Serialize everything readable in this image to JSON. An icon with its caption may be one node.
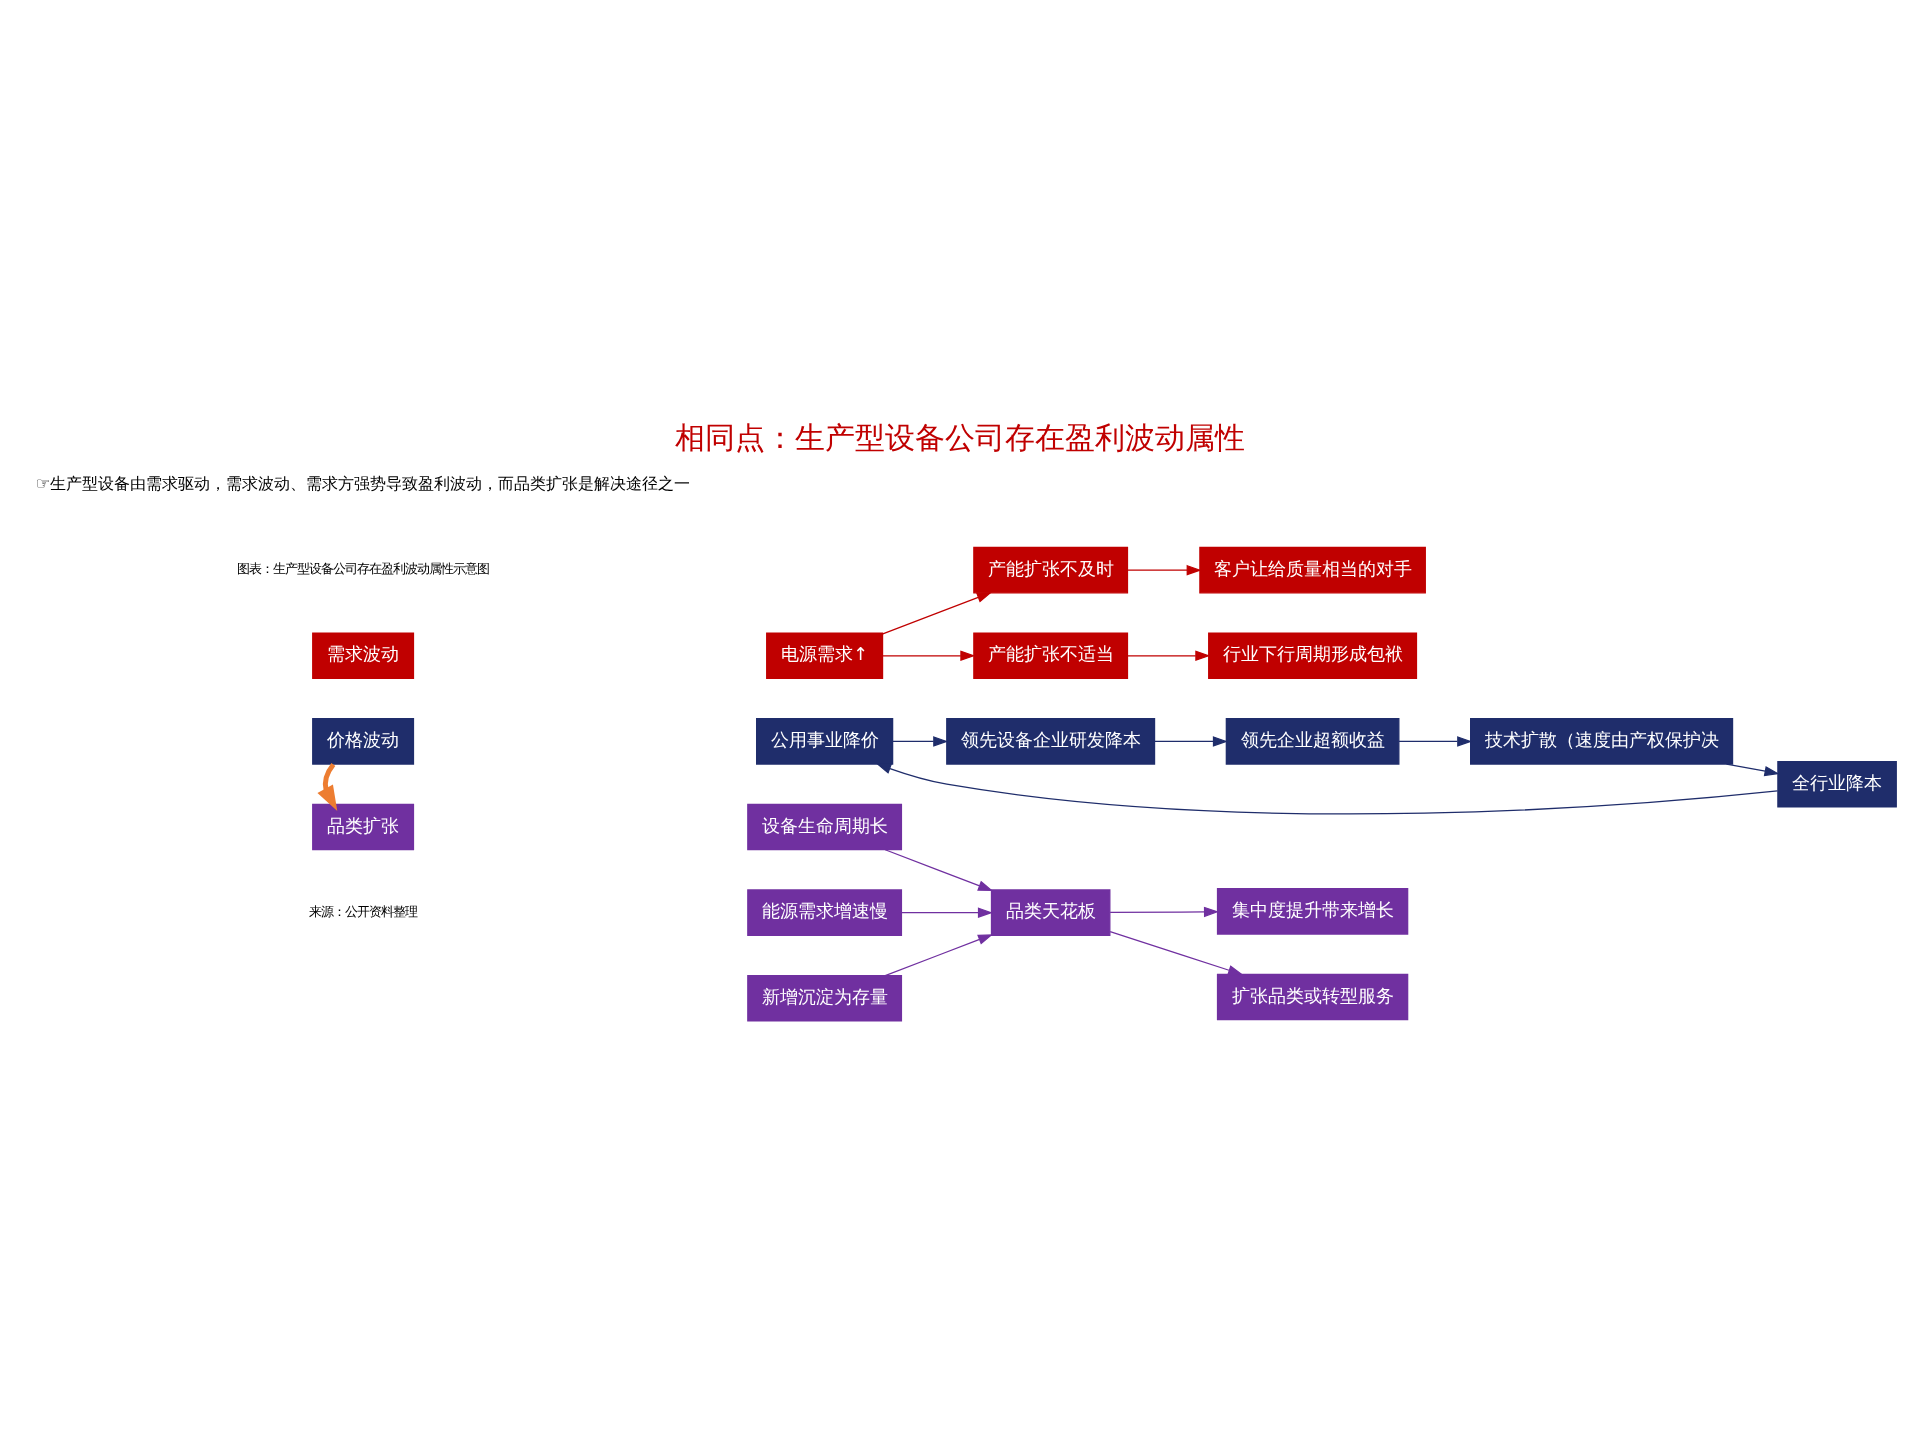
{
  "diagram": {
    "title": "相同点：生产型设备公司存在盈利波动属性",
    "nodes": [
      {
        "text": [
          "需求波动"
        ]
      },
      {
        "text": [
          "电源需求↑"
        ]
      },
      {
        "text": [
          "产能扩张不及时"
        ]
      },
      {
        "text": [
          "产能扩张不适当"
        ]
      },
      {
        "text": [
          "客户让给质量相当的对手"
        ]
      },
      {
        "text": [
          "行业下行周期形成包袱"
        ]
      },
      {
        "text": [
          "价格波动"
        ]
      },
      {
        "text": [
          "公用事业降价"
        ]
      },
      {
        "text": [
          "领先设备企业研发降本"
        ]
      },
      {
        "text": [
          "领先企业超额收益"
        ]
      },
      {
        "text": [
          "技术扩散（速度由产权保护决"
        ]
      },
      {
        "text": [
          "全行业降本"
        ]
      },
      {
        "text": [
          "品类扩张"
        ]
      },
      {
        "text": [
          "能源需求增速慢"
        ]
      },
      {
        "text": [
          "设备生命周期长"
        ]
      },
      {
        "text": [
          "新增沉淀为存量"
        ]
      },
      {
        "text": [
          "品类天花板"
        ]
      },
      {
        "text": [
          "集中度提升带来增长"
        ]
      },
      {
        "text": [
          "扩张品类或转型服务"
        ]
      }
    ],
    "edges": [
      {
        "from": 1,
        "to": 2,
        "arrow": "to",
        "color": "#c00000"
      },
      {
        "from": 1,
        "to": 3,
        "arrow": "to",
        "color": "#c00000"
      },
      {
        "from": 2,
        "to": 4,
        "arrow": "to",
        "color": "#c00000"
      },
      {
        "from": 3,
        "to": 5,
        "arrow": "to",
        "color": "#c00000"
      },
      {
        "from": 7,
        "to": 8,
        "arrow": "to"
      },
      {
        "from": 8,
        "to": 9,
        "arrow": "to"
      },
      {
        "from": 9,
        "to": 10,
        "arrow": "to"
      },
      {
        "from": 10,
        "to": 11,
        "arrow": "to"
      },
      {
        "from": 11,
        "to": 7,
        "arrow": "to"
      },
      {
        "from": 6,
        "to": 12,
        "arrow": "to",
        "style": "thick",
        "color": "#ed7d31"
      },
      {
        "from": 13,
        "to": 16,
        "arrow": "to",
        "color": "#7030a0"
      },
      {
        "from": 14,
        "to": 16,
        "arrow": "to",
        "color": "#7030a0"
      },
      {
        "from": 15,
        "to": 16,
        "arrow": "to",
        "color": "#7030a0"
      },
      {
        "from": 16,
        "to": 17,
        "arrow": "to",
        "color": "#7030a0"
      },
      {
        "from": 16,
        "to": 18,
        "arrow": "to",
        "color": "#7030a0"
      }
    ],
    "labels": [
      "☞生产型设备由需求驱动，需求波动、需求方强势导致盈利波动，而品类扩张是解决途径之一",
      "图表：生产型设备公司存在盈利波动属性示意图",
      "来源：公开资料整理"
    ]
  }
}
